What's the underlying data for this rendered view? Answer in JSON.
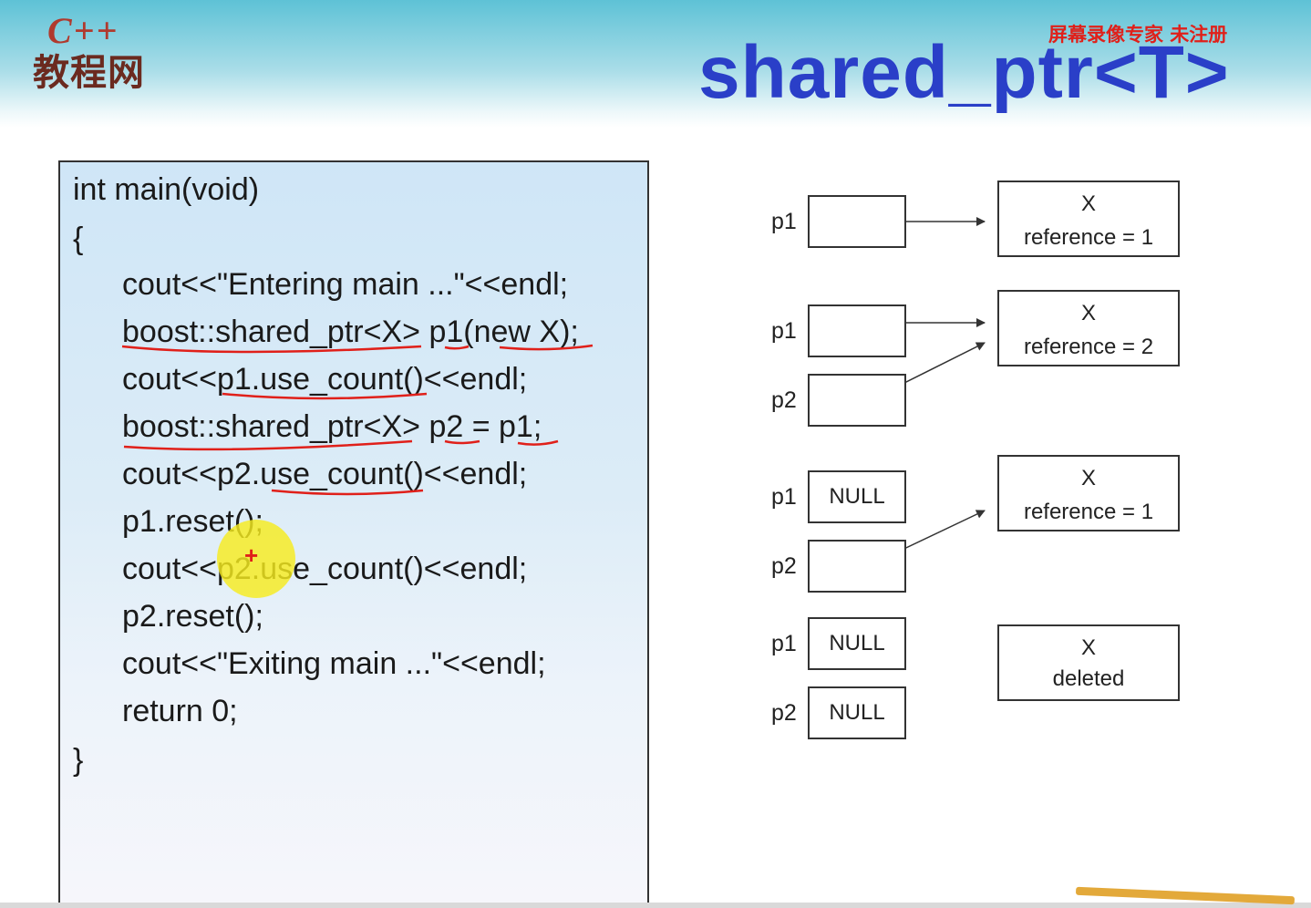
{
  "header": {
    "logo_top": "C++",
    "logo_bottom": "教程网",
    "watermark": "屏幕录像专家  未注册",
    "title": "shared_ptr<T>"
  },
  "code": {
    "lines": [
      "int main(void)",
      "{",
      "cout<<\"Entering main ...\"<<endl;",
      "boost::shared_ptr<X> p1(new X);",
      "cout<<p1.use_count()<<endl;",
      "boost::shared_ptr<X> p2 = p1;",
      "cout<<p2.use_count()<<endl;",
      "p1.reset();",
      "cout<<p2.use_count()<<endl;",
      "p2.reset();",
      "cout<<\"Exiting main ...\"<<endl;",
      "return 0;",
      "}"
    ]
  },
  "diagram": {
    "stages": [
      {
        "pointers": [
          {
            "label": "p1",
            "value": ""
          }
        ],
        "object": {
          "name": "X",
          "reference": "reference = 1"
        }
      },
      {
        "pointers": [
          {
            "label": "p1",
            "value": ""
          },
          {
            "label": "p2",
            "value": ""
          }
        ],
        "object": {
          "name": "X",
          "reference": "reference = 2"
        }
      },
      {
        "pointers": [
          {
            "label": "p1",
            "value": "NULL"
          },
          {
            "label": "p2",
            "value": ""
          }
        ],
        "object": {
          "name": "X",
          "reference": "reference = 1"
        }
      },
      {
        "pointers": [
          {
            "label": "p1",
            "value": "NULL"
          },
          {
            "label": "p2",
            "value": "NULL"
          }
        ],
        "object": {
          "name": "X",
          "reference": "deleted"
        }
      }
    ]
  },
  "colors": {
    "title": "#2a3fc8",
    "annotation": "#e0201a",
    "cursor": "#f6ec1e"
  }
}
